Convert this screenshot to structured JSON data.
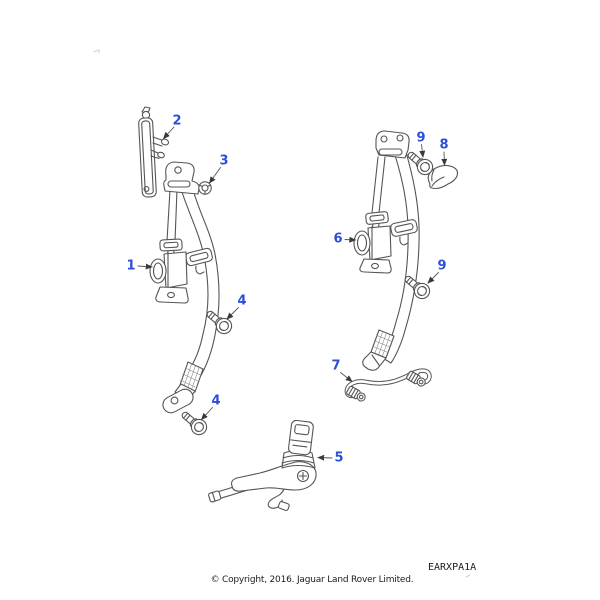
{
  "colors": {
    "background": "#ffffff",
    "line": "#555555",
    "callout": "#2b4fd6",
    "text": "#1c1c1c"
  },
  "diagram": {
    "callouts": [
      {
        "label": "1",
        "part": "retractor-left"
      },
      {
        "label": "2",
        "part": "height-adjuster-rail"
      },
      {
        "label": "3",
        "part": "nut"
      },
      {
        "label": "4",
        "part": "anchor-bolt-upper-left"
      },
      {
        "label": "4",
        "part": "anchor-bolt-lower-left"
      },
      {
        "label": "5",
        "part": "buckle-pretensioner"
      },
      {
        "label": "6",
        "part": "retractor-right"
      },
      {
        "label": "7",
        "part": "cable-link"
      },
      {
        "label": "8",
        "part": "bolt-cover"
      },
      {
        "label": "9",
        "part": "bolt-upper-right"
      },
      {
        "label": "9",
        "part": "bolt-lower-right"
      }
    ]
  },
  "footer": {
    "copyright": "© Copyright, 2016. Jaguar Land Rover Limited.",
    "drawing_code": "EARXPA1A"
  }
}
